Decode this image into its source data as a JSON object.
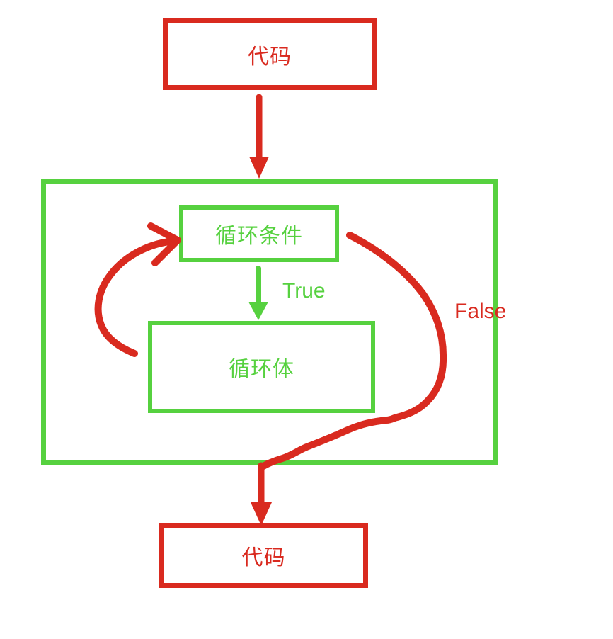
{
  "diagram": {
    "title": "loop-flowchart",
    "nodes": {
      "top_code": {
        "label": "代码"
      },
      "loop_condition": {
        "label": "循环条件"
      },
      "loop_body": {
        "label": "循环体"
      },
      "bottom_code": {
        "label": "代码"
      }
    },
    "edges": {
      "true_label": "True",
      "false_label": "False"
    }
  },
  "colors": {
    "red": "#d92a1f",
    "green": "#56d13f"
  }
}
